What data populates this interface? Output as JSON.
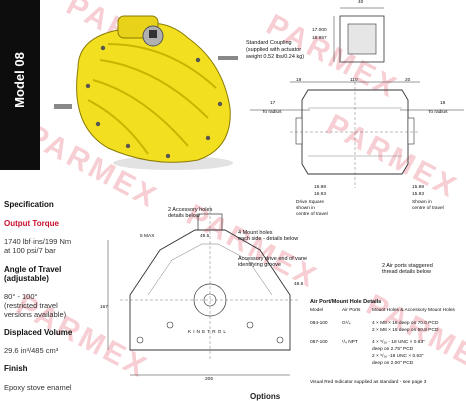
{
  "sidebar": {
    "model_title": "Model 08"
  },
  "specs": {
    "specification_heading": "Specification",
    "output_torque_heading": "Output Torque",
    "output_torque_value_1": "1740 lbf·ins/199 Nm",
    "output_torque_value_2": "at 100 psi/7 bar",
    "angle_heading_1": "Angle of Travel",
    "angle_heading_2": "(adjustable)",
    "angle_value_1": "80° - 100°",
    "angle_value_2": "(restricted travel",
    "angle_value_3": "versions available)",
    "displaced_heading": "Displaced Volume",
    "displaced_value": "29.6 in³/485 cm³",
    "finish_heading": "Finish",
    "finish_value": "Epoxy stove enamel"
  },
  "coupling": {
    "text_1": "Standard Coupling",
    "text_2": "(supplied with actuator",
    "text_3": "weight 0.52 lbs/0.24 kg)",
    "dim_top": "40",
    "dim_side_1": "17.000",
    "dim_side_2": "16.957"
  },
  "side_view": {
    "dim_19": "19",
    "dim_110": "110",
    "dim_20": "20",
    "dim_17": "17",
    "dim_17_note": "To radius",
    "dim_18": "18",
    "dim_18_note": "To radius",
    "left_dim_1": "16.98",
    "left_dim_2": "16.93",
    "drive_note_1": "Drive Square",
    "drive_note_2": "shown in",
    "drive_note_3": "centre of travel",
    "right_dim_1": "15.98",
    "right_dim_2": "15.93",
    "ports_note_1": "Shown in",
    "ports_note_2": "centre of travel"
  },
  "front_view": {
    "accessory_holes_1": "2 Accessory holes",
    "accessory_holes_2": "details below",
    "mount_holes_1": "4 Mount holes",
    "mount_holes_2": "each side - details below",
    "accessory_drive_1": "Accessory drive end of vane",
    "accessory_drive_2": "identifying groove",
    "air_ports_1": "2 Air ports staggered",
    "air_ports_2": "thread details below",
    "dim_49_5": "49.5",
    "dim_5_max": "5 MAX",
    "dim_48_5": "48.5",
    "dim_167": "167",
    "dim_206": "206",
    "casting_text": "KINETROL"
  },
  "port_table": {
    "title": "Air Port/Mount Hole Details",
    "headers": [
      "Model",
      "Air Ports",
      "Mount Holes & Accessory Mount Holes"
    ],
    "rows": [
      {
        "model": "084-100",
        "air": "G¹/₄",
        "lines": [
          "4 × M8 × 16 deep on 70.0 PCD",
          "2 × M8 × 16 deep on 50.8 PCD"
        ]
      },
      {
        "model": "087-100",
        "air": "¹/₄ NPT",
        "lines": [
          "4 × ⁵/₁₆ - 18 UNC × 0.63\"",
          "deep on 2.75\" PCD",
          "2 × ⁵/₁₆ -18 UNC × 0.63\"",
          "deep on 2.00\" PCD"
        ]
      }
    ]
  },
  "footer": {
    "indicator_note": "Visual Red Indicator supplied as standard - see page 3",
    "options_heading": "Options"
  },
  "watermark": {
    "text": "PARMEX"
  },
  "colors": {
    "sidebar": "#0d0d0d",
    "accent_red": "#c8102e",
    "actuator_yellow": "#f2df1f",
    "drawing_line": "#333333"
  }
}
